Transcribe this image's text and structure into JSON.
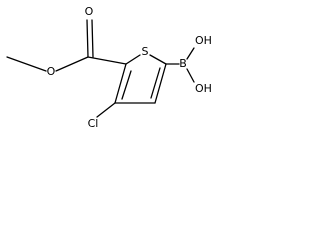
{
  "figure": {
    "atoms": {
      "sulfur": "S",
      "boron": "B",
      "hydroxyl_top": "OH",
      "hydroxyl_bottom": "OH",
      "chlorine": "Cl",
      "carbonyl_oxygen": "O",
      "ester_oxygen": "O"
    }
  },
  "colors": {
    "background": "#ffffff",
    "ink": "#000000"
  }
}
